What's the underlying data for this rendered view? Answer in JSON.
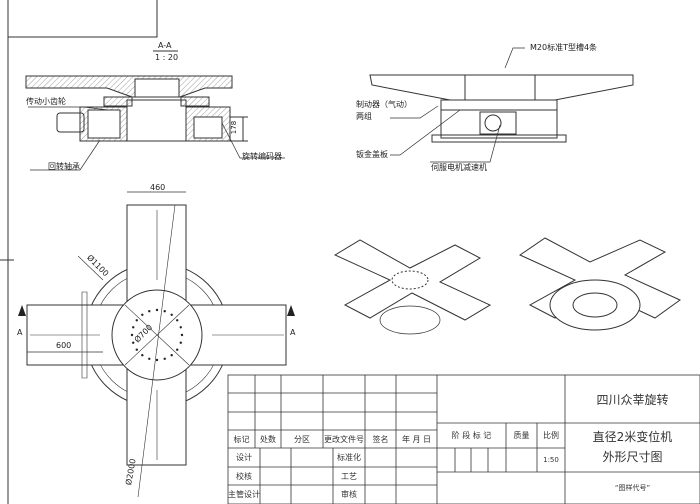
{
  "section_view": {
    "title": "A-A",
    "scale": "1 : 20",
    "labels": {
      "pinion": "传动小齿轮",
      "slewing_bearing": "回转轴承",
      "encoder": "旋转编码器",
      "height_dim": "178"
    }
  },
  "elevation_view": {
    "labels": {
      "t_slot": "M20标准T型槽4条",
      "brake": "制动器（气动）",
      "brake_qty": "两组",
      "cover": "钣金盖板",
      "servo": "伺服电机减速机"
    }
  },
  "plan_view": {
    "dims": {
      "arm_width": "460",
      "d_1100": "Ø1100",
      "d_700": "Ø700",
      "arm_length": "600",
      "d_2000": "Ø2000"
    },
    "section_mark_left": "A",
    "section_mark_right": "A"
  },
  "title_block": {
    "company": "四川众莘旋转",
    "drawing_title_line1": "直径2米变位机",
    "drawing_title_line2": "外形尺寸图",
    "drawing_code": "“图样代号”",
    "headers": [
      "标记",
      "处数",
      "分区",
      "更改文件号",
      "签名",
      "年 月 日"
    ],
    "stage_mark": "阶 段 标 记",
    "mass": "质量",
    "ratio": "比例",
    "ratio_value": "1:50",
    "rows": [
      "设计",
      "校核",
      "主管设计"
    ],
    "mid_rows": [
      "标准化",
      "工艺",
      "审核"
    ]
  },
  "colors": {
    "line": "#333333",
    "hatch": "#777777",
    "paper": "#ffffff"
  }
}
